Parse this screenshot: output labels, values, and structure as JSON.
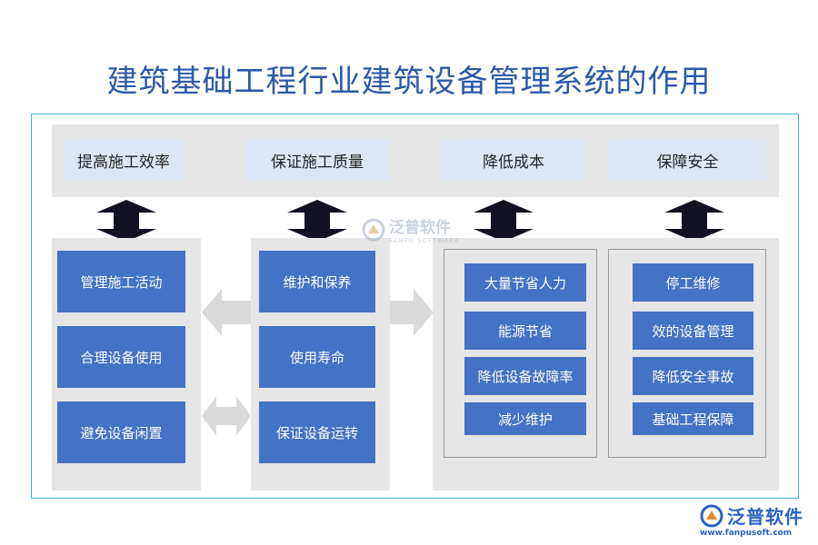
{
  "title": "建筑基础工程行业建筑设备管理系统的作用",
  "goals": [
    "提高施工效率",
    "保证施工质量",
    "降低成本",
    "保障安全"
  ],
  "columns": {
    "efficiency": [
      "管理施工活动",
      "合理设备使用",
      "避免设备闲置"
    ],
    "quality": [
      "维护和保养",
      "使用寿命",
      "保证设备运转"
    ],
    "cost": [
      "大量节省人力",
      "能源节省",
      "降低设备故障率",
      "减少维护"
    ],
    "safety": [
      "停工维修",
      "效的设备管理",
      "降低安全事故",
      "基础工程保障"
    ]
  },
  "watermark": {
    "text": "泛普软件",
    "sub": "FANPU SOFTWARE"
  },
  "logo": {
    "text": "泛普软件",
    "url": "www.fanpusoft.com"
  },
  "colors": {
    "box": "#4472c4",
    "goal": "#dfe6f3",
    "panel": "#e6e6e6",
    "arrow_dark": "#111122",
    "arrow_light": "#d9d9d9",
    "title": "#2c5aa8",
    "frame": "#4aaee0"
  }
}
